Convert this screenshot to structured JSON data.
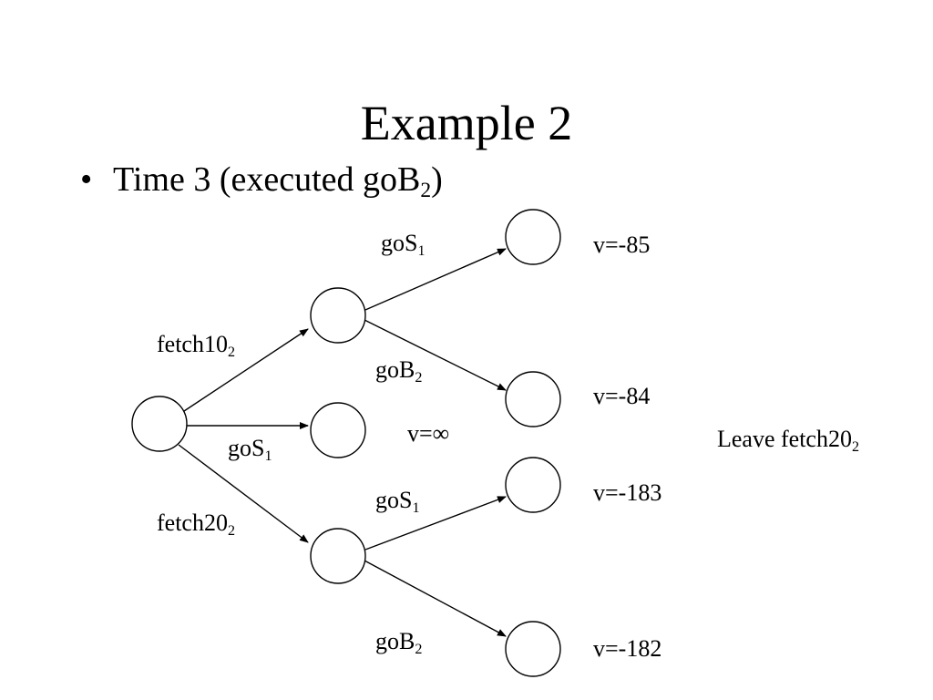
{
  "slide": {
    "title": "Example 2",
    "bullet": {
      "text": "Time 3 (executed goB",
      "sub": "2",
      "suffix": ")"
    }
  },
  "tree": {
    "edges": {
      "fetch10": {
        "base": "fetch10",
        "sub": "2"
      },
      "gos_root": {
        "base": "goS",
        "sub": "1"
      },
      "fetch20": {
        "base": "fetch20",
        "sub": "2"
      },
      "gos_a": {
        "base": "goS",
        "sub": "1"
      },
      "gob_a": {
        "base": "goB",
        "sub": "2"
      },
      "gos_b": {
        "base": "goS",
        "sub": "1"
      },
      "gob_b": {
        "base": "goB",
        "sub": "2"
      }
    },
    "values": {
      "leaf1": "v=-85",
      "leaf2": "v=-84",
      "mid": "v=∞",
      "leaf3": "v=-183",
      "leaf4": "v=-182"
    },
    "note": {
      "base": "Leave fetch20",
      "sub": "2"
    }
  }
}
